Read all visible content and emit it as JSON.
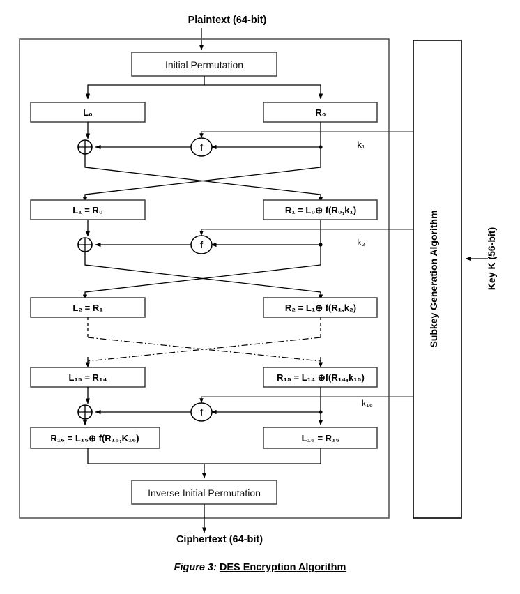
{
  "figure": {
    "number_label": "Figure 3:",
    "title": "DES Encryption Algorithm"
  },
  "io": {
    "input_label": "Plaintext (64-bit)",
    "output_label": "Ciphertext (64-bit)",
    "key_input_label": "Key K (56-bit)"
  },
  "blocks": {
    "initial_permutation": "Initial Permutation",
    "inverse_initial_permutation": "Inverse Initial Permutation",
    "subkey_generation": "Subkey Generation Algorithm"
  },
  "function_label": "f",
  "xor_symbol": "⊕",
  "subkeys": [
    {
      "name": "k1",
      "base": "k",
      "sub": "1"
    },
    {
      "name": "k2",
      "base": "k",
      "sub": "2"
    },
    {
      "name": "k16",
      "base": "k",
      "sub": "16"
    }
  ],
  "rounds": [
    {
      "index": 0,
      "left": {
        "base": "L",
        "sub": "0",
        "rest": ""
      },
      "right": {
        "base": "R",
        "sub": "0",
        "rest": ""
      }
    },
    {
      "index": 1,
      "left": {
        "base": "L",
        "sub": "1",
        "rest": " = R₀"
      },
      "right": {
        "base": "R",
        "sub": "1",
        "rest": " = L₀ ⊕ f(R₀,k₁)"
      }
    },
    {
      "index": 2,
      "left": {
        "base": "L",
        "sub": "2",
        "rest": " = R₁"
      },
      "right": {
        "base": "R",
        "sub": "2",
        "rest": " = L₁ ⊕ f(R₁,k₂)"
      }
    },
    {
      "index": 15,
      "left": {
        "base": "L",
        "sub": "15",
        "rest": " = R₁₄"
      },
      "right": {
        "base": "R",
        "sub": "15",
        "rest": " = L₁₄ ⊕f(R₁₄,k₁₅)"
      }
    },
    {
      "index": 16,
      "left": {
        "base": "R",
        "sub": "16",
        "rest": " = L₁₅⊕ f(R₁₅,K₁₆)"
      },
      "right": {
        "base": "L",
        "sub": "16",
        "rest": " = R₁₅"
      }
    }
  ],
  "box_text": {
    "L0": "L₀",
    "R0": "R₀",
    "L1": "L₁ = R₀",
    "R1": "R₁ = L₀⊕ f(R₀,k₁)",
    "L2": "L₂ = R₁",
    "R2": "R₂ = L₁⊕ f(R₁,k₂)",
    "L15": "L₁₅ = R₁₄",
    "R15": "R₁₅ = L₁₄ ⊕f(R₁₄,k₁₅)",
    "R16": "R₁₆ = L₁₅⊕ f(R₁₅,K₁₆)",
    "L16": "L₁₆ = R₁₅"
  },
  "subkey_labels": {
    "k1": "k₁",
    "k2": "k₂",
    "k16": "k₁₆"
  },
  "colors": {
    "frame": "#595959",
    "box_stroke": "#3f3f3f",
    "wire": "#000000",
    "background": "#ffffff",
    "text": "#000000"
  }
}
